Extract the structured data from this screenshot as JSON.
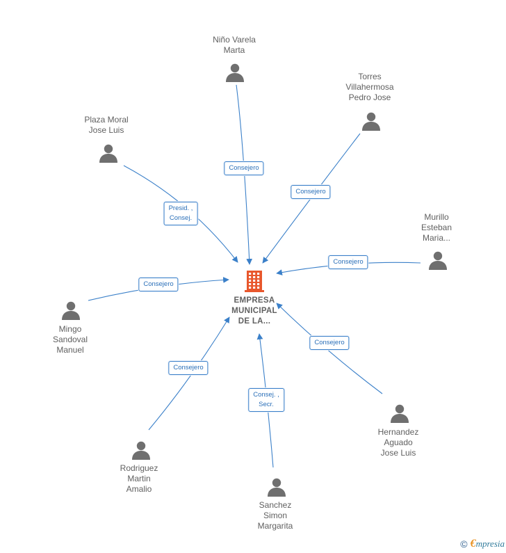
{
  "center": {
    "name_lines": [
      "EMPRESA",
      "MUNICIPAL",
      "DE LA..."
    ],
    "icon": "building-icon",
    "color": "#e8572c"
  },
  "people": [
    {
      "id": "nino-varela-marta",
      "name_lines": [
        "Niño Varela",
        "Marta"
      ],
      "role_lines": [
        "Consejero"
      ]
    },
    {
      "id": "torres-villahermosa",
      "name_lines": [
        "Torres",
        "Villahermosa",
        "Pedro Jose"
      ],
      "role_lines": [
        "Consejero"
      ]
    },
    {
      "id": "plaza-moral",
      "name_lines": [
        "Plaza Moral",
        "Jose Luis"
      ],
      "role_lines": [
        "Presid. ,",
        "Consej."
      ]
    },
    {
      "id": "murillo-esteban",
      "name_lines": [
        "Murillo",
        "Esteban",
        "Maria..."
      ],
      "role_lines": [
        "Consejero"
      ]
    },
    {
      "id": "mingo-sandoval",
      "name_lines": [
        "Mingo",
        "Sandoval",
        "Manuel"
      ],
      "role_lines": [
        "Consejero"
      ]
    },
    {
      "id": "hernandez-aguado",
      "name_lines": [
        "Hernandez",
        "Aguado",
        "Jose Luis"
      ],
      "role_lines": [
        "Consejero"
      ]
    },
    {
      "id": "rodriguez-martin",
      "name_lines": [
        "Rodriguez",
        "Martin",
        "Amalio"
      ],
      "role_lines": [
        "Consejero"
      ]
    },
    {
      "id": "sanchez-simon",
      "name_lines": [
        "Sanchez",
        "Simon",
        "Margarita"
      ],
      "role_lines": [
        "Consej. ,",
        "Secr."
      ]
    }
  ],
  "footer": {
    "copyright": "©",
    "brand_first": "€",
    "brand_rest": "mpresia"
  },
  "colors": {
    "edge": "#3b80c9",
    "person": "#6f6f6f",
    "text": "#606060"
  }
}
